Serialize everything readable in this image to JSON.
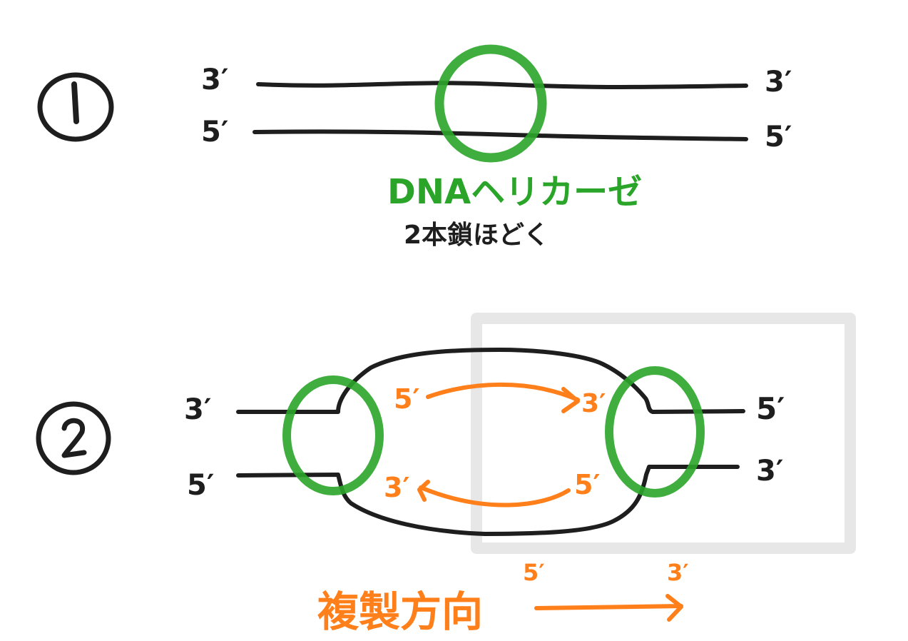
{
  "colors": {
    "ink": "#1e1e1e",
    "helicase": "#2aa52a",
    "replication": "#ff7f1a",
    "highlight_box": "#e4e4e4"
  },
  "step1": {
    "number": "①",
    "top_strand": {
      "left_end": "3′",
      "right_end": "3′"
    },
    "bottom_strand": {
      "left_end": "5′",
      "right_end": "5′"
    },
    "helicase_label": "DNAヘリカーゼ",
    "helicase_caption": "2本鎖ほどく"
  },
  "step2": {
    "number": "②",
    "left_top_end": "3′",
    "left_bottom_end": "5′",
    "right_top_end": "5′",
    "right_bottom_end": "3′",
    "upper_arrow": {
      "start": "5′",
      "end": "3′"
    },
    "lower_arrow": {
      "start": "5′",
      "end": "3′"
    }
  },
  "legend": {
    "label": "複製方向",
    "arrow_start": "5′",
    "arrow_end": "3′"
  }
}
